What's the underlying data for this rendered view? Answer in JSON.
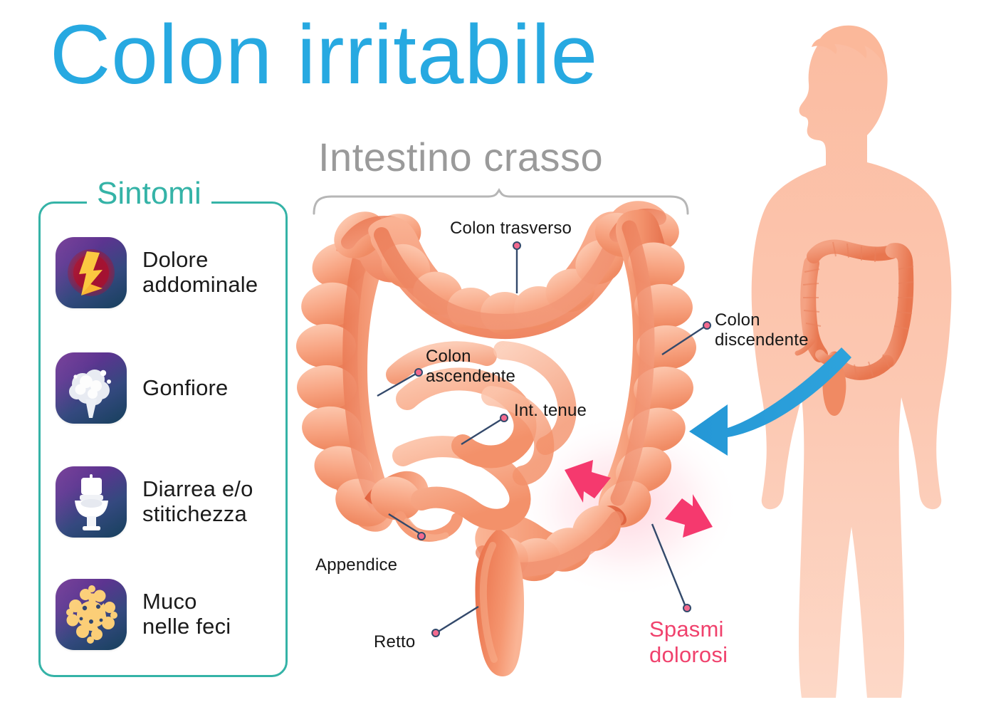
{
  "title": "Colon irritabile",
  "colors": {
    "title_blue": "#27A9E1",
    "panel_teal": "#35B3A7",
    "organ_gray": "#9A9A9A",
    "label_dark": "#171717",
    "spasm_pink": "#F0426D",
    "arrow_pink": "#F5396E",
    "arrow_blue": "#2196D3",
    "colon_light": "#F7A98A",
    "colon_mid": "#F0815E",
    "colon_dark": "#E06A4C",
    "skin": "#FBC4AD",
    "leader_navy": "#33496B"
  },
  "symptoms": {
    "heading": "Sintomi",
    "items": [
      {
        "icon": "lightning-pain-icon",
        "label": "Dolore\naddominale"
      },
      {
        "icon": "bloating-cloud-icon",
        "label": "Gonfiore"
      },
      {
        "icon": "toilet-icon",
        "label": "Diarrea e/o\nstitichezza"
      },
      {
        "icon": "mucus-blob-icon",
        "label": "Muco\nnelle feci"
      }
    ]
  },
  "diagram": {
    "organ_title": "Intestino crasso",
    "labels": [
      {
        "key": "colon_trasverso",
        "text": "Colon trasverso"
      },
      {
        "key": "colon_ascendente",
        "text": "Colon\nascendente"
      },
      {
        "key": "int_tenue",
        "text": "Int. tenue"
      },
      {
        "key": "colon_discendente",
        "text": "Colon\ndiscendente"
      },
      {
        "key": "appendice",
        "text": "Appendice"
      },
      {
        "key": "retto",
        "text": "Retto"
      },
      {
        "key": "spasmi",
        "text": "Spasmi\ndolorosi"
      }
    ]
  }
}
